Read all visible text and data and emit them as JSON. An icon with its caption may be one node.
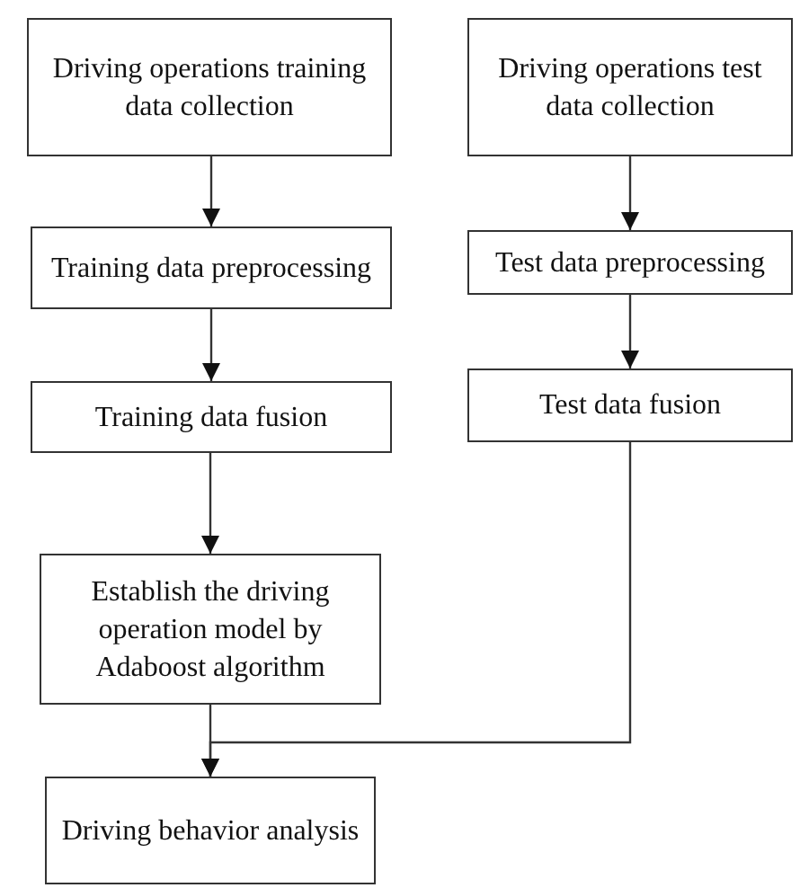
{
  "diagram": {
    "nodes": [
      {
        "text": [
          "Driving operations training data collection"
        ]
      },
      {
        "text": [
          "Training data preprocessing"
        ]
      },
      {
        "text": [
          "Training data fusion"
        ]
      },
      {
        "text": [
          "Establish the driving operation model by Adaboost algorithm"
        ]
      },
      {
        "text": [
          "Driving behavior analysis"
        ]
      },
      {
        "text": [
          "Driving operations test data collection"
        ]
      },
      {
        "text": [
          "Test data preprocessing"
        ]
      },
      {
        "text": [
          "Test data fusion"
        ]
      }
    ],
    "edges": [
      {
        "from": 0,
        "to": 1,
        "arrow": "to"
      },
      {
        "from": 1,
        "to": 2,
        "arrow": "to"
      },
      {
        "from": 2,
        "to": 3,
        "arrow": "to"
      },
      {
        "from": 3,
        "to": 4,
        "arrow": "to"
      },
      {
        "from": 5,
        "to": 6,
        "arrow": "to"
      },
      {
        "from": 6,
        "to": 7,
        "arrow": "to"
      },
      {
        "from": 7,
        "to": 4,
        "arrow": "to"
      }
    ]
  }
}
